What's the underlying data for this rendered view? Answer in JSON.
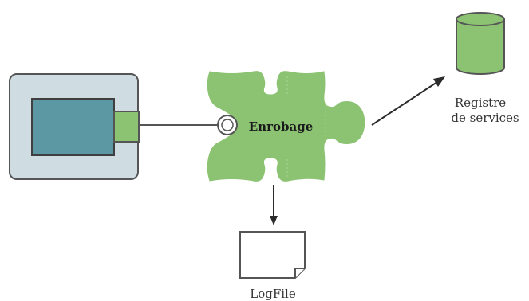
{
  "wrapper": {
    "label": "Enrobage"
  },
  "registry": {
    "label_line1": "Registre",
    "label_line2": "de services"
  },
  "logfile": {
    "label": "LogFile"
  },
  "colors": {
    "device_frame_fill": "#cfdde3",
    "device_frame_stroke": "#555555",
    "screen_fill": "#5b98a3",
    "green": "#8cc372",
    "green_stroke": "#6fa85a",
    "cylinder_stroke": "#555555",
    "arrow": "#2b2b2b",
    "paper_fill": "#ffffff"
  }
}
